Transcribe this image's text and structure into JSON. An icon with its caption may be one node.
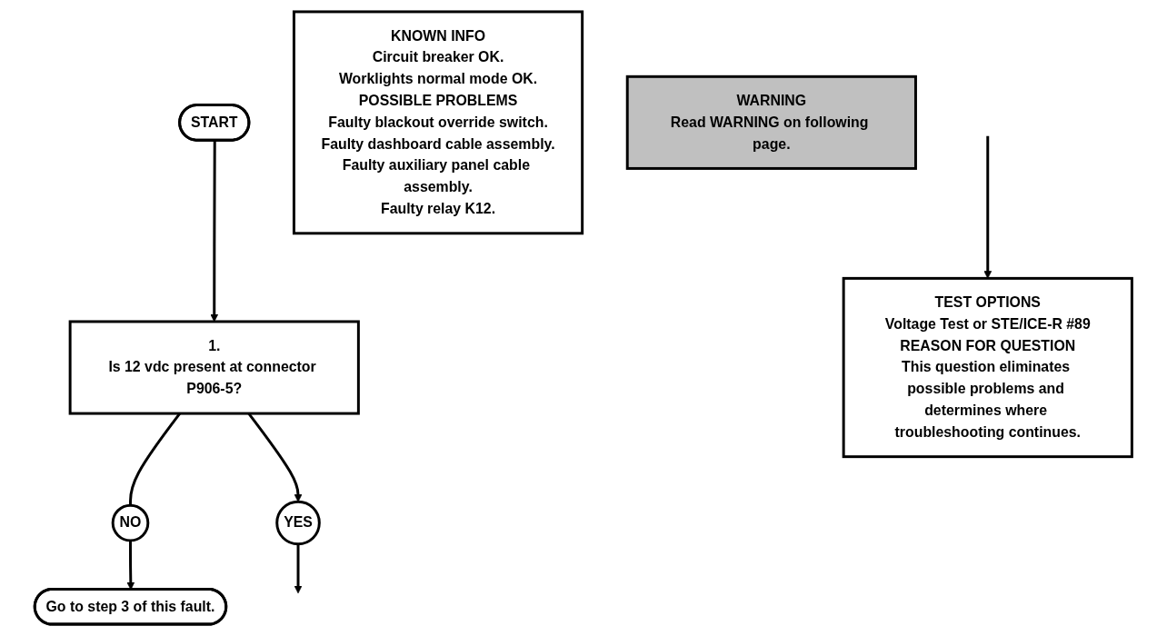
{
  "diagram": {
    "nodes": [
      {
        "text": [
          "START"
        ]
      },
      {
        "text": [
          "KNOWN INFO",
          "Circuit breaker OK.",
          "Worklights normal mode OK.",
          "POSSIBLE PROBLEMS",
          "Faulty blackout override switch.",
          "Faulty dashboard cable assembly.",
          "Faulty auxiliary panel cable assembly.",
          "Faulty relay K12."
        ]
      },
      {
        "text": [
          "1.",
          "Is 12 vdc present at connector P906-5?"
        ]
      },
      {
        "text": [
          "WARNING",
          "Read WARNING on following page."
        ]
      },
      {
        "text": [
          "TEST OPTIONS",
          "Voltage Test or STE/ICE-R #89",
          "REASON FOR QUESTION",
          "This question eliminates possible problems and determines where troubleshooting continues."
        ]
      },
      {
        "text": [
          "NO"
        ]
      },
      {
        "text": [
          "YES"
        ]
      },
      {
        "text": [
          "Go to step 3 of this fault."
        ]
      }
    ],
    "edges": [
      {
        "from": 0,
        "to": 2,
        "arrow": "to"
      },
      {
        "from": 2,
        "to": 5,
        "arrow": "none"
      },
      {
        "from": 2,
        "to": 6,
        "arrow": "to"
      },
      {
        "from": 5,
        "to": 7,
        "arrow": "to"
      },
      {
        "from": 6,
        "to": null,
        "arrow": "to"
      },
      {
        "from": null,
        "to": 4,
        "arrow": "to"
      }
    ]
  }
}
